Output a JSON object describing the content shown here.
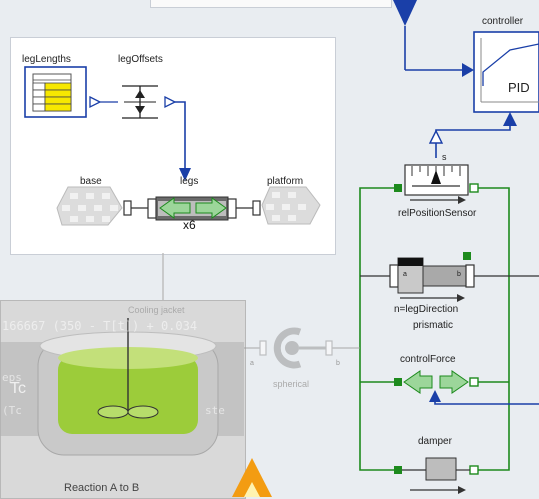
{
  "blocks": {
    "controller": "controller",
    "controller_text": "PID",
    "leg_lengths": "legLengths",
    "leg_offsets": "legOffsets",
    "base": "base",
    "legs": "legs",
    "legs_multiplier": "x6",
    "platform": "platform",
    "rel_position_sensor": "relPositionSensor",
    "rel_position_sensor_port": "s",
    "prismatic_line1": "n=legDirection",
    "prismatic_line2": "prismatic",
    "prismatic_port_a": "a",
    "prismatic_port_b": "b",
    "control_force": "controlForce",
    "damper": "damper",
    "spherical": "spherical",
    "spherical_port_a": "a",
    "spherical_port_b": "b",
    "cooling_jacket": "Cooling jacket",
    "reactor_caption": "Reaction A to B",
    "tc_label": "Tc"
  },
  "equations": {
    "line1": "166667 (350 - T[t]) + 0.034",
    "line2": "eps",
    "line3": "(Tc",
    "line4": "ste"
  },
  "colors": {
    "connector_blue": "#1a3fa8",
    "mechanical_green": "#1d8a1d",
    "input_yellow": "#f7e800",
    "arrow_green": "#9cd69a",
    "reactor_green": "#9ccc3a",
    "warning_orange": "#f39c12"
  }
}
